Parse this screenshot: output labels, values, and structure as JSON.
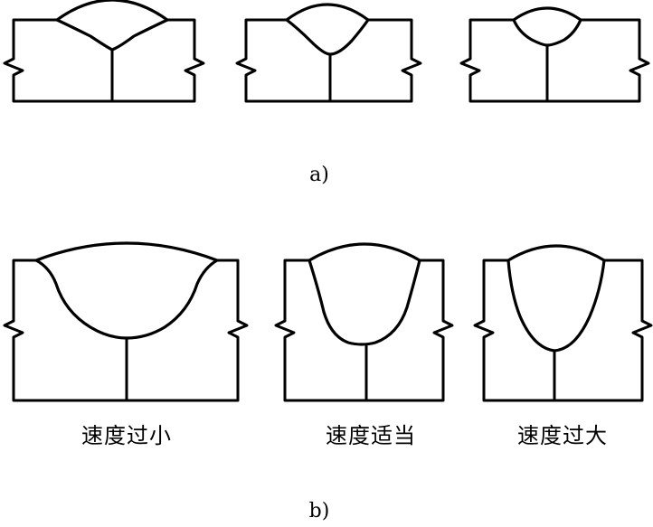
{
  "figure": {
    "row_a": {
      "caption": "a)",
      "panels": [
        {
          "id": "a1"
        },
        {
          "id": "a2"
        },
        {
          "id": "a3"
        }
      ]
    },
    "row_b": {
      "caption": "b)",
      "panels": [
        {
          "id": "b1",
          "label": "速度过小"
        },
        {
          "id": "b2",
          "label": "速度适当"
        },
        {
          "id": "b3",
          "label": "速度过大"
        }
      ]
    }
  }
}
